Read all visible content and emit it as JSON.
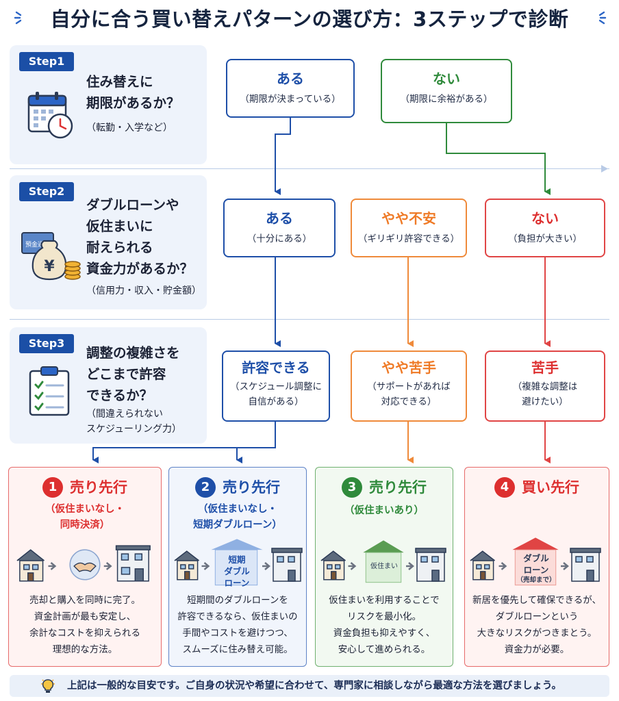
{
  "title": "自分に合う買い替えパターンの選び方：3ステップで診断",
  "steps": [
    {
      "badge": "Step1",
      "lines": [
        "住み替えに",
        "期限があるか？"
      ],
      "sub": [
        "（転勤・入学など）"
      ],
      "icon": "calendar-clock-icon"
    },
    {
      "badge": "Step2",
      "lines": [
        "ダブルローンや",
        "仮住まいに",
        "耐えられる",
        "資金力があるか？"
      ],
      "sub": [
        "（信用力・収入・貯金額）"
      ],
      "icon": "money-bag-icon",
      "passbook_label": "預金通帳"
    },
    {
      "badge": "Step3",
      "lines": [
        "調整の複雑さを",
        "どこまで許容",
        "できるか？"
      ],
      "sub": [
        "（間違えられない",
        "スケジューリング力）"
      ],
      "icon": "checklist-icon"
    }
  ],
  "step1_options": [
    {
      "label": "ある",
      "note": "（期限が決まっている）",
      "color": "#1e4fa8"
    },
    {
      "label": "ない",
      "note": "（期限に余裕がある）",
      "color": "#2f8a3b"
    }
  ],
  "step2_options": [
    {
      "label": "ある",
      "note": "（十分にある）",
      "color": "#1e4fa8"
    },
    {
      "label": "やや不安",
      "note": "（ギリギリ許容できる）",
      "color": "#ef8a3a"
    },
    {
      "label": "ない",
      "note": "（負担が大きい）",
      "color": "#e04444"
    }
  ],
  "step3_options": [
    {
      "label": "許容できる",
      "note": [
        "（スケジュール調整に",
        "自信がある）"
      ],
      "color": "#1e4fa8"
    },
    {
      "label": "やや苦手",
      "note": [
        "（サポートがあれば",
        "対応できる）"
      ],
      "color": "#ef8a3a"
    },
    {
      "label": "苦手",
      "note": [
        "（複雑な調整は",
        "避けたい）"
      ],
      "color": "#e04444"
    }
  ],
  "results": [
    {
      "number": "1",
      "title": "売り先行",
      "sub": [
        "（仮住まいなし・",
        "同時決済）"
      ],
      "color": "#dd2f2f",
      "bg": "#fff3f2",
      "border": "#e66a6a",
      "desc": [
        "売却と購入を同時に完了。",
        "資金計画が最も安定し、",
        "余計なコストを抑えられる",
        "理想的な方法。"
      ],
      "icon": "handshake-icon"
    },
    {
      "number": "2",
      "title": "売り先行",
      "sub": [
        "（仮住まいなし・",
        "短期ダブルローン）"
      ],
      "color": "#1e4fa8",
      "bg": "#f1f5fc",
      "border": "#5d82c6",
      "desc": [
        "短期間のダブルローンを",
        "許容できるなら、仮住まいの",
        "手間やコストを避けつつ、",
        "スムーズに住み替え可能。"
      ],
      "badge": [
        "短期",
        "ダブル",
        "ローン"
      ]
    },
    {
      "number": "3",
      "title": "売り先行",
      "sub": [
        "（仮住まいあり）"
      ],
      "color": "#2f8a3b",
      "bg": "#f2f9f1",
      "border": "#6fb06f",
      "desc": [
        "仮住まいを利用することで",
        "リスクを最小化。",
        "資金負担も抑えやすく、",
        "安心して進められる。"
      ],
      "badge": [
        "仮住まい"
      ]
    },
    {
      "number": "4",
      "title": "買い先行",
      "sub": [],
      "color": "#dd2f2f",
      "bg": "#fff3f2",
      "border": "#e66a6a",
      "desc": [
        "新居を優先して確保できるが、",
        "ダブルローンという",
        "大きなリスクがつきまとう。",
        "資金力が必要。"
      ],
      "badge": [
        "ダブル",
        "ローン",
        "（売却まで）"
      ]
    }
  ],
  "footer": {
    "icon": "lightbulb-icon",
    "text": "上記は一般的な目安です。ご自身の状況や希望に合わせて、専門家に相談しながら最適な方法を選びましょう。"
  }
}
